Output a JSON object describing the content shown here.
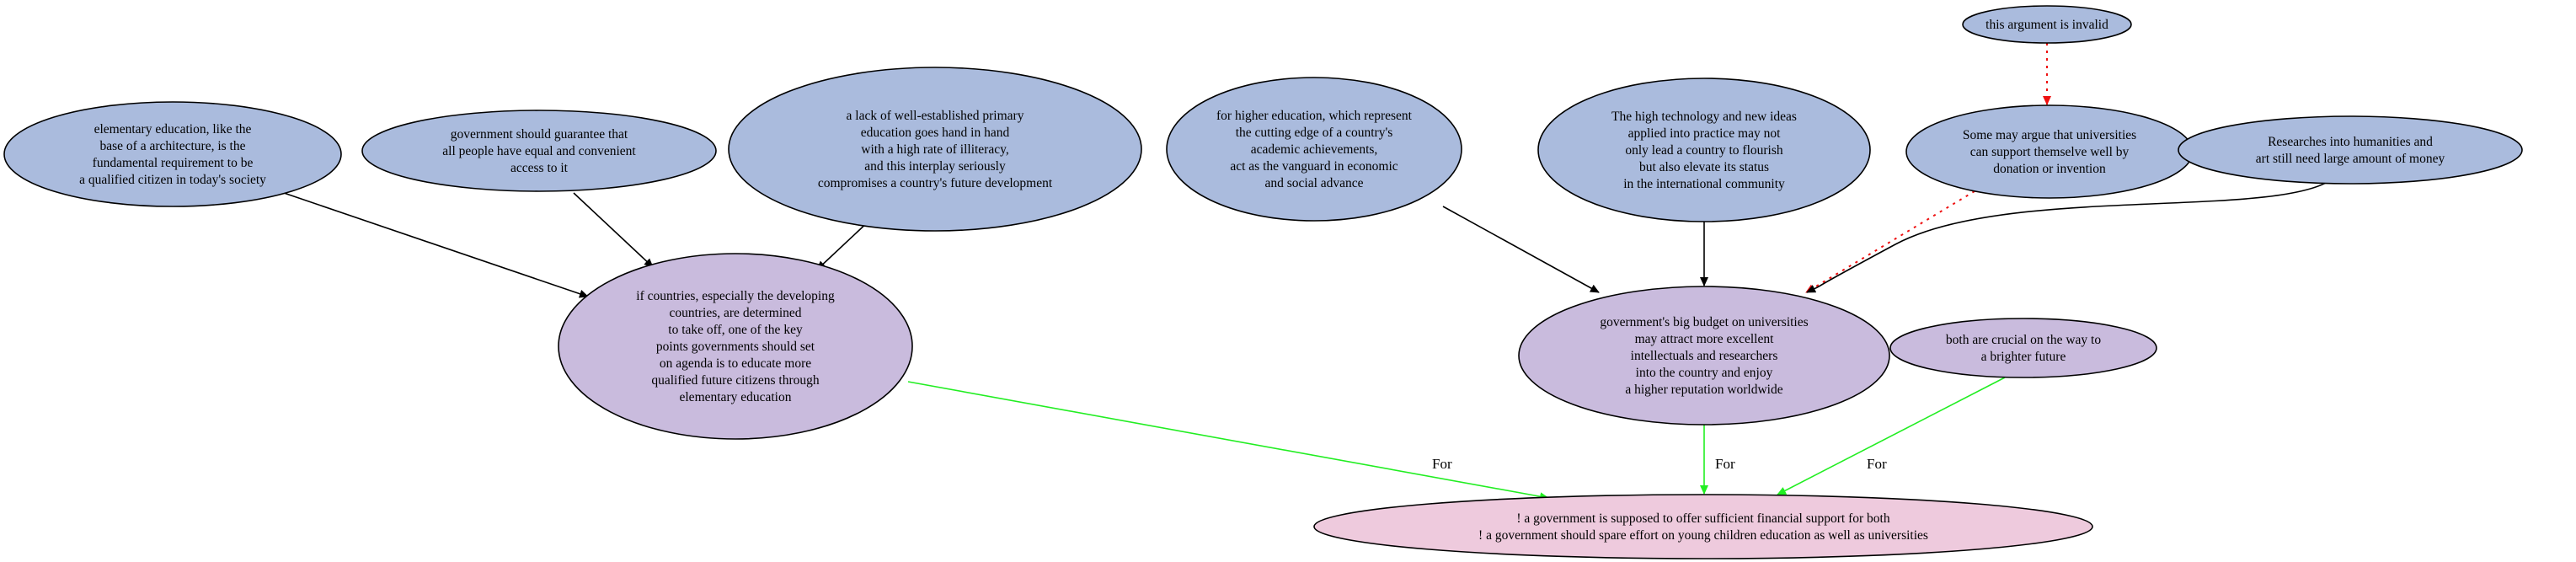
{
  "colors": {
    "premise": "#aabbdd",
    "intermediate": "#c9bbdd",
    "conclusion": "#eecadd",
    "stroke": "#000000",
    "support_edge": "#000000",
    "for_edge": "#22ee22",
    "attack_edge": "#ee1111"
  },
  "nodes": [
    {
      "id": "n_elem",
      "type": "premise",
      "lines": [
        "elementary education, like the",
        "base of a architecture, is the",
        "fundamental requirement to be",
        "a qualified citizen in today's society"
      ]
    },
    {
      "id": "n_gov",
      "type": "premise",
      "lines": [
        "government should guarantee that",
        "all people have equal and convenient",
        "access to it"
      ]
    },
    {
      "id": "n_lack",
      "type": "premise",
      "lines": [
        "a lack of well-established primary",
        "education goes hand in hand",
        "with a high rate of illiteracy,",
        "and this interplay seriously",
        "compromises a country's future development"
      ]
    },
    {
      "id": "n_higher",
      "type": "premise",
      "lines": [
        "for higher education, which represent",
        "the cutting edge of a country's",
        "academic achievements,",
        "act as the vanguard in economic",
        "and social advance"
      ]
    },
    {
      "id": "n_tech",
      "type": "premise",
      "lines": [
        "The high technology and new ideas",
        "applied into practice may not",
        "only lead a country to flourish",
        "but also elevate its status",
        "in the international community"
      ]
    },
    {
      "id": "n_invalid",
      "type": "premise",
      "lines": [
        "this argument is invalid"
      ]
    },
    {
      "id": "n_some",
      "type": "premise",
      "lines": [
        "Some may argue that universities",
        "can support themselve well by",
        "donation or invention"
      ]
    },
    {
      "id": "n_research",
      "type": "premise",
      "lines": [
        "Researches into humanities and",
        "art still need large amount of money"
      ]
    },
    {
      "id": "n_countries",
      "type": "intermediate",
      "lines": [
        "if countries, especially the developing",
        "countries, are determined",
        "to take off, one of the key",
        "points governments should set",
        "on agenda is to educate more",
        "qualified future citizens through",
        "elementary education"
      ]
    },
    {
      "id": "n_budget",
      "type": "intermediate",
      "lines": [
        "government's big budget on universities",
        "may attract more excellent",
        "intellectuals and researchers",
        "into the country and enjoy",
        "a higher reputation worldwide"
      ]
    },
    {
      "id": "n_crucial",
      "type": "intermediate",
      "lines": [
        "both are crucial on the way to",
        "a brighter future"
      ]
    },
    {
      "id": "n_main",
      "type": "conclusion",
      "lines": [
        "! a government is supposed to offer sufficient financial support for both",
        "! a government should spare effort on young children education as well as universities"
      ]
    }
  ],
  "edges": [
    {
      "from": "n_elem",
      "to": "n_countries",
      "kind": "support",
      "label": ""
    },
    {
      "from": "n_gov",
      "to": "n_countries",
      "kind": "support",
      "label": ""
    },
    {
      "from": "n_lack",
      "to": "n_countries",
      "kind": "support",
      "label": ""
    },
    {
      "from": "n_higher",
      "to": "n_budget",
      "kind": "support",
      "label": ""
    },
    {
      "from": "n_tech",
      "to": "n_budget",
      "kind": "support",
      "label": ""
    },
    {
      "from": "n_invalid",
      "to": "n_some",
      "kind": "attack",
      "label": ""
    },
    {
      "from": "n_some",
      "to": "n_budget",
      "kind": "attack",
      "label": ""
    },
    {
      "from": "n_research",
      "to": "n_budget",
      "kind": "support",
      "label": ""
    },
    {
      "from": "n_countries",
      "to": "n_main",
      "kind": "for",
      "label": "For"
    },
    {
      "from": "n_budget",
      "to": "n_main",
      "kind": "for",
      "label": "For"
    },
    {
      "from": "n_crucial",
      "to": "n_main",
      "kind": "for",
      "label": "For"
    }
  ]
}
